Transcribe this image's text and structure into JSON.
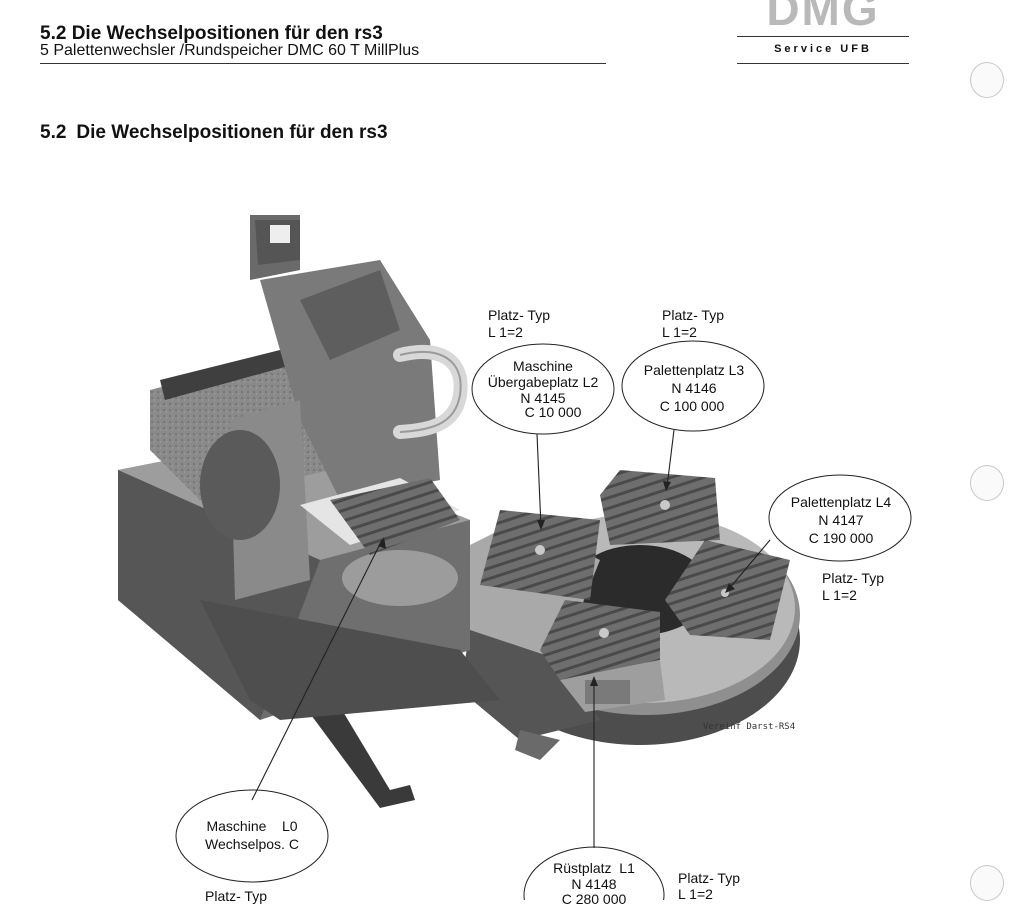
{
  "header": {
    "title": "5.2 Die Wechselpositionen für den rs3",
    "subtitle": "5  Palettenwechsler /Rundspeicher DMC 60 T MillPlus"
  },
  "logo": {
    "brand": "DMG",
    "tagline": "Service UFB"
  },
  "section": {
    "number": "5.2",
    "title": "Die Wechselpositionen für den rs3"
  },
  "callouts": {
    "l2": {
      "type_label": "Platz- Typ",
      "type_value": "L 1=2",
      "name1": "Maschine",
      "name2": "Übergabeplatz L2",
      "n": "N 4145",
      "c": "C 10 000"
    },
    "l3": {
      "type_label": "Platz- Typ",
      "type_value": "L 1=2",
      "name": "Palettenplatz L3",
      "n": "N 4146",
      "c": "C 100 000"
    },
    "l4": {
      "type_label": "Platz- Typ",
      "type_value": "L 1=2",
      "name": "Palettenplatz L4",
      "n": "N 4147",
      "c": "C 190 000"
    },
    "l0": {
      "type_label": "Platz- Typ",
      "name1": "Maschine    L0",
      "name2": "Wechselpos. C"
    },
    "l1": {
      "type_label": "Platz- Typ",
      "type_value": "L 1=2",
      "name": "Rüstplatz  L1",
      "n": "N 4148",
      "c": "C 280 000"
    }
  },
  "image_caption": "Vereinf Darst-RS4"
}
